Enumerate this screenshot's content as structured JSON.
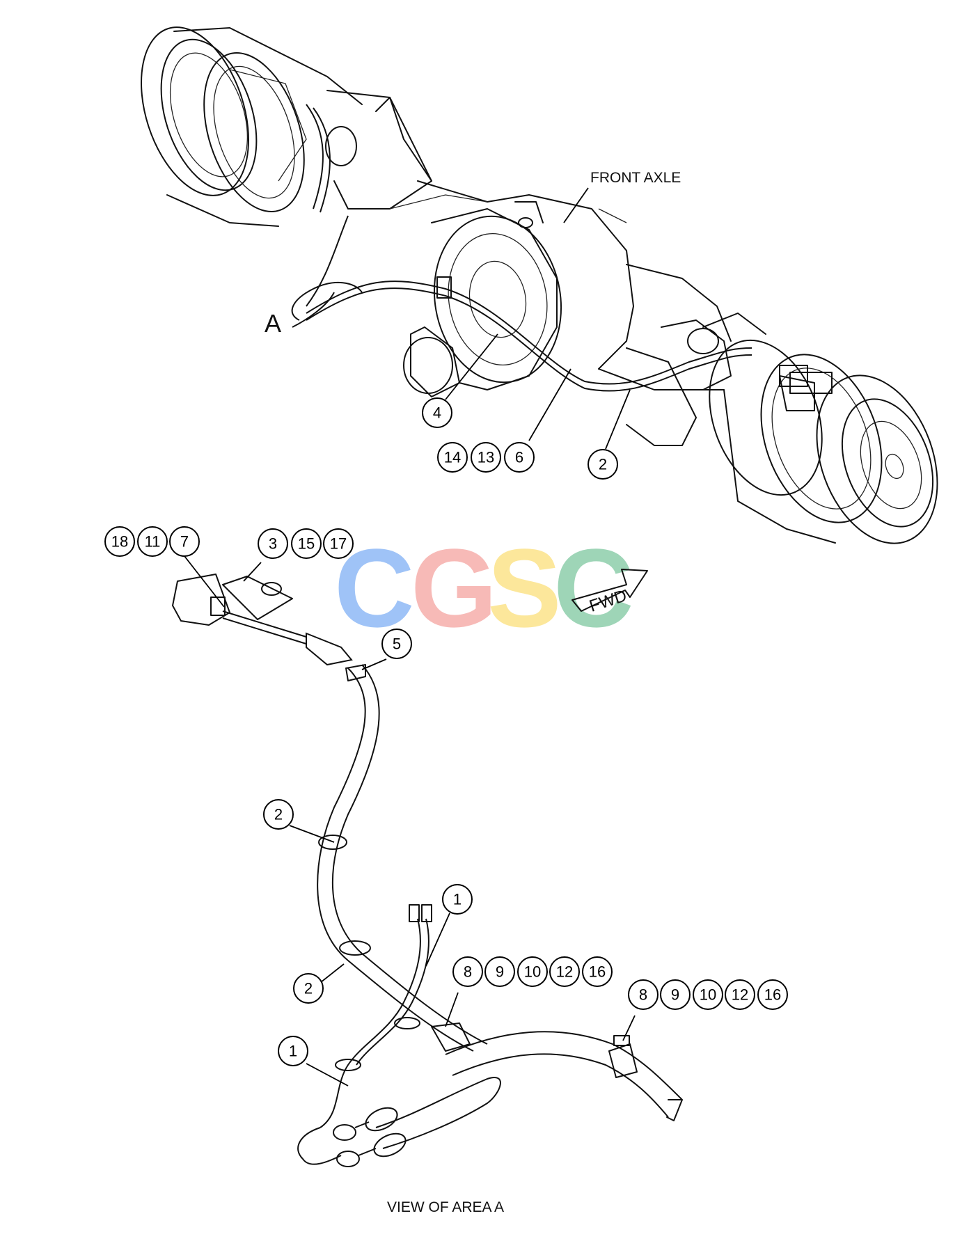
{
  "labels": {
    "front_axle": "FRONT AXLE",
    "area_marker": "A",
    "view_caption": "VIEW OF AREA A",
    "fwd": "FWD"
  },
  "watermark": {
    "letters": [
      "C",
      "G",
      "S",
      "C"
    ],
    "colors": [
      "#7fb0f5",
      "#f5a3a0",
      "#fbe07a",
      "#7ec7a0"
    ]
  },
  "callouts": {
    "top_4": "4",
    "top_14": "14",
    "top_13": "13",
    "top_6": "6",
    "top_2": "2",
    "bot_18": "18",
    "bot_11": "11",
    "bot_7": "7",
    "bot_3": "3",
    "bot_15": "15",
    "bot_17": "17",
    "bot_5": "5",
    "bot_2a": "2",
    "bot_2b": "2",
    "bot_1a": "1",
    "bot_1b": "1",
    "grp1_8": "8",
    "grp1_9": "9",
    "grp1_10": "10",
    "grp1_12": "12",
    "grp1_16": "16",
    "grp2_8": "8",
    "grp2_9": "9",
    "grp2_10": "10",
    "grp2_12": "12",
    "grp2_16": "16"
  }
}
